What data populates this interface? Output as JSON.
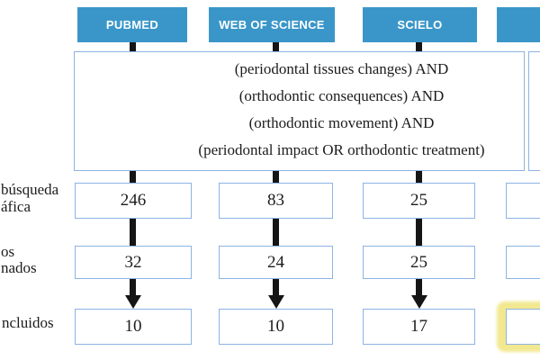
{
  "figure": {
    "columns": [
      {
        "header": "PUBMED",
        "values": [
          "246",
          "32",
          "10"
        ]
      },
      {
        "header": "WEB OF SCIENCE",
        "values": [
          "83",
          "24",
          "10"
        ]
      },
      {
        "header": "SCIELO",
        "values": [
          "25",
          "25",
          "17"
        ]
      },
      {
        "header": "",
        "values": [
          "",
          "",
          ""
        ]
      }
    ],
    "query_lines": [
      "(periodontal tissues changes) AND",
      "(orthodontic consequences) AND",
      "(orthodontic movement) AND",
      "(periodontal impact OR orthodontic treatment)"
    ],
    "row_labels": [
      {
        "lines": [
          "búsqueda",
          "áfica"
        ]
      },
      {
        "lines": [
          "os",
          "nados"
        ]
      },
      {
        "lines": [
          "ncluidos"
        ]
      }
    ],
    "colors": {
      "header_bg": "#3a96c8",
      "box_border": "#8db3e2",
      "connector": "#151515",
      "highlight": "#f2e88f",
      "text": "#1c1c1c"
    }
  }
}
